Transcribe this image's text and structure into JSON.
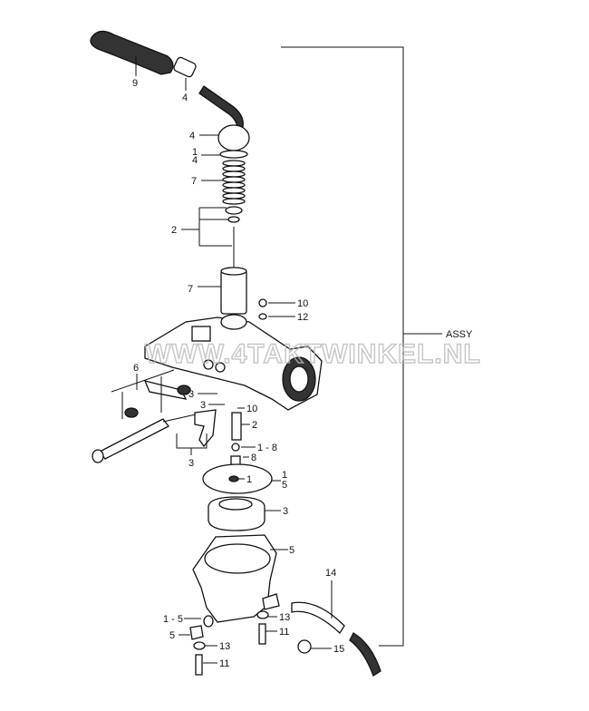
{
  "watermark": "WWW.4TAKTWINKEL.NL",
  "assembly_label": "ASSY",
  "callouts": {
    "grip_tube": "9",
    "cap_sleeve": "4",
    "top_nut": "4",
    "washer_a": "1",
    "washer_b": "4",
    "spring": "7",
    "needle_set": "2",
    "slide": "7",
    "screw_top": "10",
    "washer_top": "12",
    "idle_screw_set": "6",
    "pin": "3",
    "plate": "3",
    "screw_mid": "10",
    "jet_holder": "2",
    "oring": "1 - 8",
    "main_jet": "8",
    "float_center": "1",
    "gasket_a": "1",
    "gasket_b": "5",
    "float_set": "3",
    "float": "3",
    "bowl": "5",
    "hose": "14",
    "drain_washer": "1 - 5",
    "drain_plug": "5",
    "washer_low_left": "13",
    "bolt_low_left": "11",
    "washer_low_right": "13",
    "bolt_low_right": "11",
    "clip": "15"
  }
}
